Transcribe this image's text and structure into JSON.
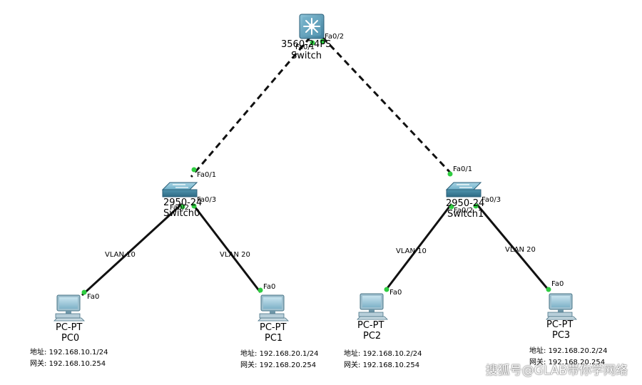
{
  "colors": {
    "link_solid": "#111111",
    "link_dashed": "#111111",
    "port_led": "#2ecc40",
    "switch_body": "#5a9fb8",
    "multilayer_body": "#4d8aa8",
    "pc_body": "#8fb3c4"
  },
  "devices": {
    "core": {
      "model": "3560-24PS",
      "name": "Switch",
      "icon": "multilayer-switch-icon"
    },
    "switch0": {
      "model": "2950-24",
      "name": "Switch0",
      "icon": "switch-icon"
    },
    "switch1": {
      "model": "2950-24",
      "name": "Switch1",
      "icon": "switch-icon"
    },
    "pc0": {
      "model": "PC-PT",
      "name": "PC0",
      "icon": "pc-icon",
      "addr_label": "地址:",
      "addr": "192.168.10.1/24",
      "gw_label": "网关:",
      "gw": "192.168.10.254"
    },
    "pc1": {
      "model": "PC-PT",
      "name": "PC1",
      "icon": "pc-icon",
      "addr_label": "地址:",
      "addr": "192.168.20.1/24",
      "gw_label": "网关:",
      "gw": "192.168.20.254"
    },
    "pc2": {
      "model": "PC-PT",
      "name": "PC2",
      "icon": "pc-icon",
      "addr_label": "地址:",
      "addr": "192.168.10.2/24",
      "gw_label": "网关:",
      "gw": "192.168.10.254"
    },
    "pc3": {
      "model": "PC-PT",
      "name": "PC3",
      "icon": "pc-icon",
      "addr_label": "地址:",
      "addr": "192.168.20.2/24",
      "gw_label": "网关:",
      "gw": "192.168.20.254"
    }
  },
  "links": [
    {
      "from": "core",
      "to": "switch0",
      "style": "dashed",
      "from_port": "Fa0/1",
      "to_port": "Fa0/1"
    },
    {
      "from": "core",
      "to": "switch1",
      "style": "dashed",
      "from_port": "Fa0/2",
      "to_port": "Fa0/1"
    },
    {
      "from": "switch0",
      "to": "pc0",
      "style": "solid",
      "from_port": "Fa0/2",
      "to_port": "Fa0",
      "label": "VLAN 10"
    },
    {
      "from": "switch0",
      "to": "pc1",
      "style": "solid",
      "from_port": "Fa0/3",
      "to_port": "Fa0",
      "label": "VLAN 20"
    },
    {
      "from": "switch1",
      "to": "pc2",
      "style": "solid",
      "from_port": "Fa0/2",
      "to_port": "Fa0",
      "label": "VLAN 10"
    },
    {
      "from": "switch1",
      "to": "pc3",
      "style": "solid",
      "from_port": "Fa0/3",
      "to_port": "Fa0",
      "label": "VLAN 20"
    }
  ],
  "watermark": "搜狐号@GLAB带你学网络"
}
